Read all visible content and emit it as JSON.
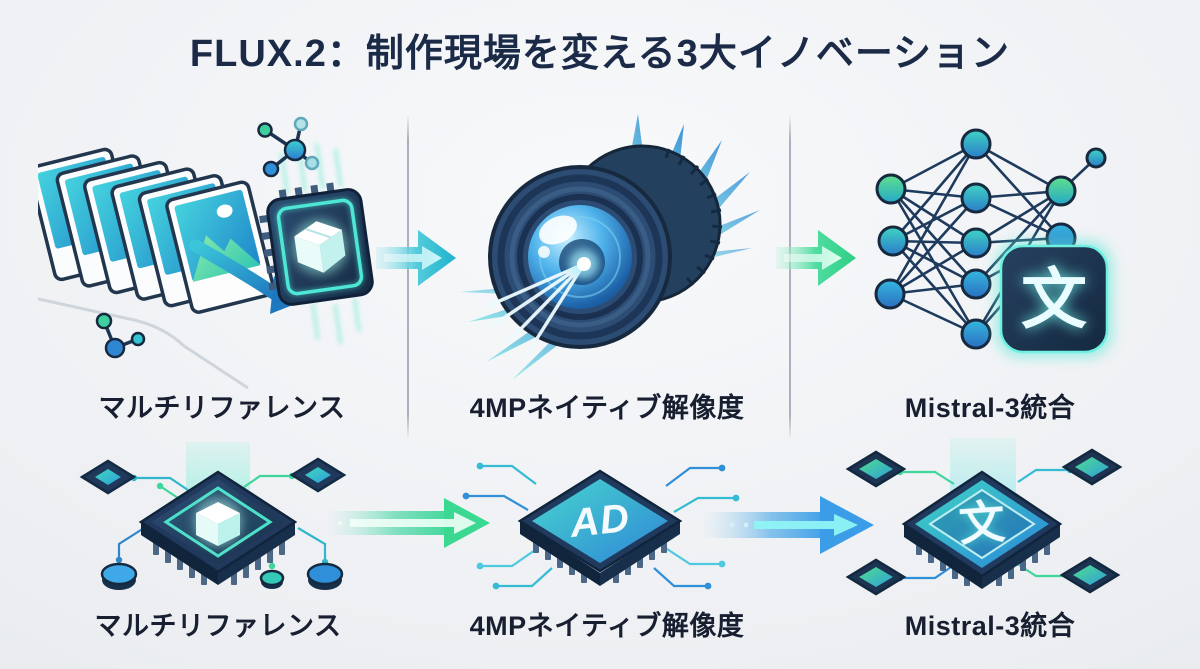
{
  "title": "FLUX.2：制作現場を変える3大イノベーション",
  "sections": {
    "row1": {
      "items": [
        {
          "label": "マルチリファレンス",
          "icon": "photo-stack-to-chip-icon"
        },
        {
          "label": "4MPネイティブ解像度",
          "icon": "camera-lens-burst-icon"
        },
        {
          "label": "Mistral-3統合",
          "icon": "neural-network-translate-icon"
        }
      ]
    },
    "row2": {
      "items": [
        {
          "label": "マルチリファレンス",
          "icon": "cube-cpu-chip-icon"
        },
        {
          "label": "4MPネイティブ解像度",
          "icon": "ad-cpu-chip-icon"
        },
        {
          "label": "Mistral-3統合",
          "icon": "translate-cpu-chip-icon"
        }
      ]
    }
  },
  "glyphs": {
    "translate": "文",
    "chip_ad": "AD"
  },
  "colors": {
    "background": "#eef0f3",
    "title_navy": "#1b2a47",
    "label_navy": "#171f30",
    "accent_cyan": "#2fc3d4",
    "accent_green": "#3ddc97",
    "accent_blue": "#3b9de8",
    "chip_navy": "#1c3350",
    "glow_teal": "#4ee6d4"
  }
}
